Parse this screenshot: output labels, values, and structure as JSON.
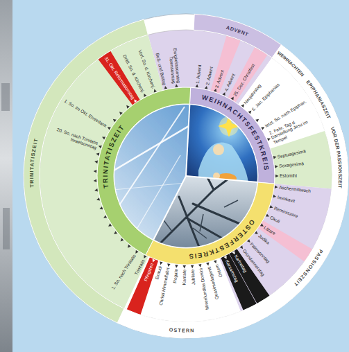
{
  "diagram": {
    "nodes": [
      {
        "text": [
          "ADVENT"
        ]
      },
      {
        "text": [
          "WEIHNACHTEN"
        ]
      },
      {
        "text": [
          "EPIPHANIASZEIT"
        ]
      },
      {
        "text": [
          "VOR DER PASSIONSZEIT"
        ]
      },
      {
        "text": [
          "PASSIONSZEIT"
        ]
      },
      {
        "text": [
          "OSTERN"
        ]
      },
      {
        "text": [
          "TRINITATISZEIT"
        ]
      },
      {
        "text": [
          "WEIHNACHTSFESTKREIS"
        ]
      },
      {
        "text": [
          "OSTERFESTKREIS"
        ]
      },
      {
        "text": [
          "TRINITATISZEIT"
        ]
      }
    ],
    "labels": [
      "1. Advent",
      "2. Advent",
      "3. Advent",
      "4. Advent",
      "25. Dez. Christfest",
      "Neujahrstag",
      "6. Jan. Epiphanias",
      "letzt. So. nach Epiphan.",
      "2. Febr. Tag d. Darstellung Jesu im Tempel",
      "Septuagesimä",
      "Sexagesimä",
      "Estomihi",
      "Aschermittwoch",
      "Invokavit",
      "Reminiszere",
      "Okuli",
      "Lätare",
      "Judika",
      "Palmsonntag",
      "Gründonnerstag",
      "Karfreitag",
      "Karsamstag",
      "Ostern",
      "Quasimodogeniti",
      "Miserikordias Domini",
      "Jubilate",
      "Kantate",
      "Rogate",
      "Christi Himmelfahrt",
      "Exaudi",
      "Pfingsten",
      "Trinitatis",
      "1. So. nach Trinitatis",
      "20. So. nach Trinitatis Israelsonntag",
      "1. So. im Okt. Erntedank",
      "31. Okt. Reformationstag",
      "Drittl. So. d. Kirchenj.",
      "Vorl. So. d. Kirchenj.",
      "Buß- und Bettag",
      "Ewigkeitssonntag Totensonntag"
    ]
  }
}
